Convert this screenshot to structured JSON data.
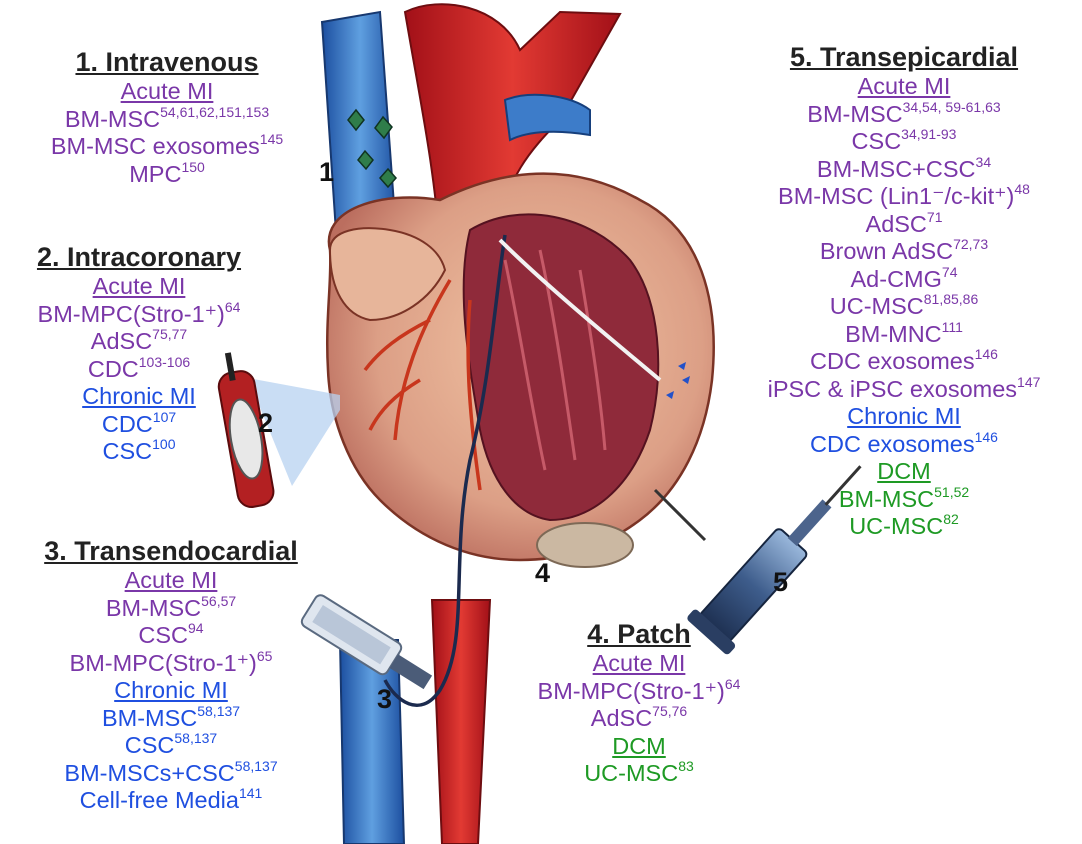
{
  "colors": {
    "acute": "#7a37a8",
    "chronic": "#1f4fe0",
    "dcm": "#1e9a24",
    "title": "#222222"
  },
  "figure_numbers": {
    "n1": "1",
    "n2": "2",
    "n3": "3",
    "n4": "4",
    "n5": "5"
  },
  "groups": {
    "intravenous": {
      "title": "1. Intravenous",
      "lines": [
        {
          "text": "Acute MI",
          "sup": "",
          "color": "purple",
          "header": true
        },
        {
          "text": "BM-MSC",
          "sup": "54,61,62,151,153",
          "color": "purple",
          "header": false
        },
        {
          "text": "BM-MSC exosomes",
          "sup": "145",
          "color": "purple",
          "header": false
        },
        {
          "text": "MPC",
          "sup": "150",
          "color": "purple",
          "header": false
        }
      ]
    },
    "intracoronary": {
      "title": "2. Intracoronary",
      "lines": [
        {
          "text": "Acute MI",
          "sup": "",
          "color": "purple",
          "header": true
        },
        {
          "text": "BM-MPC(Stro-1⁺)",
          "sup": "64",
          "color": "purple",
          "header": false
        },
        {
          "text": "AdSC",
          "sup": "75,77",
          "color": "purple",
          "header": false
        },
        {
          "text": "CDC",
          "sup": "103-106",
          "color": "purple",
          "header": false
        },
        {
          "text": "Chronic MI",
          "sup": "",
          "color": "blue",
          "header": true
        },
        {
          "text": "CDC",
          "sup": "107",
          "color": "blue",
          "header": false
        },
        {
          "text": "CSC",
          "sup": "100",
          "color": "blue",
          "header": false
        }
      ]
    },
    "transendocardial": {
      "title": "3. Transendocardial",
      "lines": [
        {
          "text": "Acute MI",
          "sup": "",
          "color": "purple",
          "header": true
        },
        {
          "text": "BM-MSC",
          "sup": "56,57",
          "color": "purple",
          "header": false
        },
        {
          "text": "CSC",
          "sup": "94",
          "color": "purple",
          "header": false
        },
        {
          "text": "BM-MPC(Stro-1⁺)",
          "sup": "65",
          "color": "purple",
          "header": false
        },
        {
          "text": "Chronic MI",
          "sup": "",
          "color": "blue",
          "header": true
        },
        {
          "text": "BM-MSC",
          "sup": "58,137",
          "color": "blue",
          "header": false
        },
        {
          "text": "CSC",
          "sup": "58,137",
          "color": "blue",
          "header": false
        },
        {
          "text": "BM-MSCs+CSC",
          "sup": "58,137",
          "color": "blue",
          "header": false
        },
        {
          "text": "Cell-free Media",
          "sup": "141",
          "color": "blue",
          "header": false
        }
      ]
    },
    "patch": {
      "title": "4. Patch",
      "lines": [
        {
          "text": "Acute MI",
          "sup": "",
          "color": "purple",
          "header": true
        },
        {
          "text": "BM-MPC(Stro-1⁺)",
          "sup": "64",
          "color": "purple",
          "header": false
        },
        {
          "text": "AdSC",
          "sup": "75,76",
          "color": "purple",
          "header": false
        },
        {
          "text": "DCM",
          "sup": "",
          "color": "green",
          "header": true
        },
        {
          "text": "UC-MSC",
          "sup": "83",
          "color": "green",
          "header": false
        }
      ]
    },
    "transepicardial": {
      "title": "5. Transepicardial",
      "lines": [
        {
          "text": "Acute MI",
          "sup": "",
          "color": "purple",
          "header": true
        },
        {
          "text": "BM-MSC",
          "sup": "34,54, 59-61,63",
          "color": "purple",
          "header": false
        },
        {
          "text": "CSC",
          "sup": "34,91-93",
          "color": "purple",
          "header": false
        },
        {
          "text": "BM-MSC+CSC",
          "sup": "34",
          "color": "purple",
          "header": false
        },
        {
          "text": "BM-MSC (Lin1⁻/c-kit⁺)",
          "sup": "48",
          "color": "purple",
          "header": false
        },
        {
          "text": "AdSC",
          "sup": "71",
          "color": "purple",
          "header": false
        },
        {
          "text": "Brown AdSC",
          "sup": "72,73",
          "color": "purple",
          "header": false
        },
        {
          "text": "Ad-CMG",
          "sup": "74",
          "color": "purple",
          "header": false
        },
        {
          "text": "UC-MSC",
          "sup": "81,85,86",
          "color": "purple",
          "header": false
        },
        {
          "text": "BM-MNC",
          "sup": "111",
          "color": "purple",
          "header": false
        },
        {
          "text": "CDC exosomes",
          "sup": "146",
          "color": "purple",
          "header": false
        },
        {
          "text": "iPSC & iPSC exosomes",
          "sup": "147",
          "color": "purple",
          "header": false
        },
        {
          "text": "Chronic MI",
          "sup": "",
          "color": "blue",
          "header": true
        },
        {
          "text": "CDC exosomes",
          "sup": "146",
          "color": "blue",
          "header": false
        },
        {
          "text": "DCM",
          "sup": "",
          "color": "green",
          "header": true
        },
        {
          "text": "BM-MSC",
          "sup": "51,52",
          "color": "green",
          "header": false
        },
        {
          "text": "UC-MSC",
          "sup": "82",
          "color": "green",
          "header": false
        }
      ]
    }
  }
}
